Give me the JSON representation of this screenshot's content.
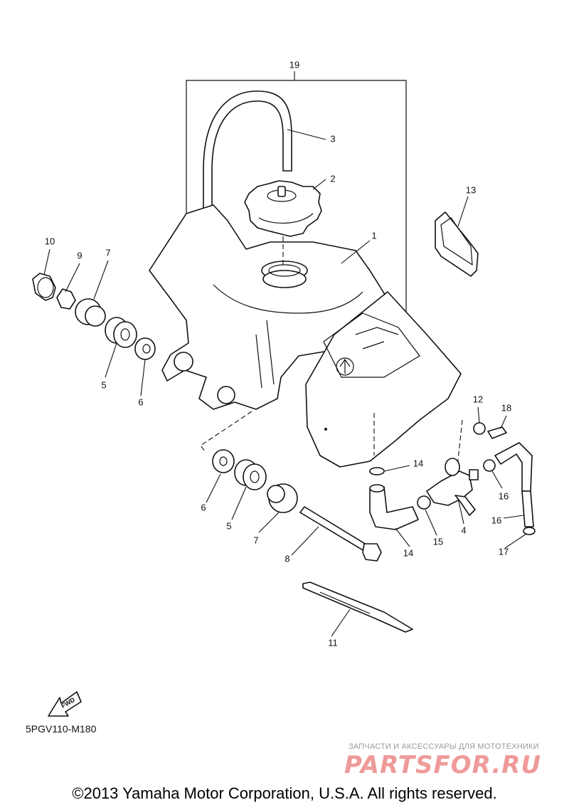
{
  "diagram": {
    "code": "5PGV110-M180",
    "fwd_label": "FWD",
    "callouts": [
      "1",
      "2",
      "3",
      "4",
      "5",
      "5",
      "6",
      "6",
      "7",
      "7",
      "8",
      "9",
      "10",
      "11",
      "12",
      "13",
      "14",
      "14",
      "15",
      "16",
      "16",
      "17",
      "18",
      "19"
    ]
  },
  "watermark": {
    "tagline": "ЗАПЧАСТИ И АКСЕССУАРЫ ДЛЯ МОТОТЕХНИКИ",
    "logo": "PARTSFOR.RU"
  },
  "footer": {
    "copyright": "©2013 Yamaha Motor Corporation, U.S.A. All rights reserved."
  },
  "colors": {
    "line": "#111111",
    "watermark": "#ef9a9a"
  }
}
